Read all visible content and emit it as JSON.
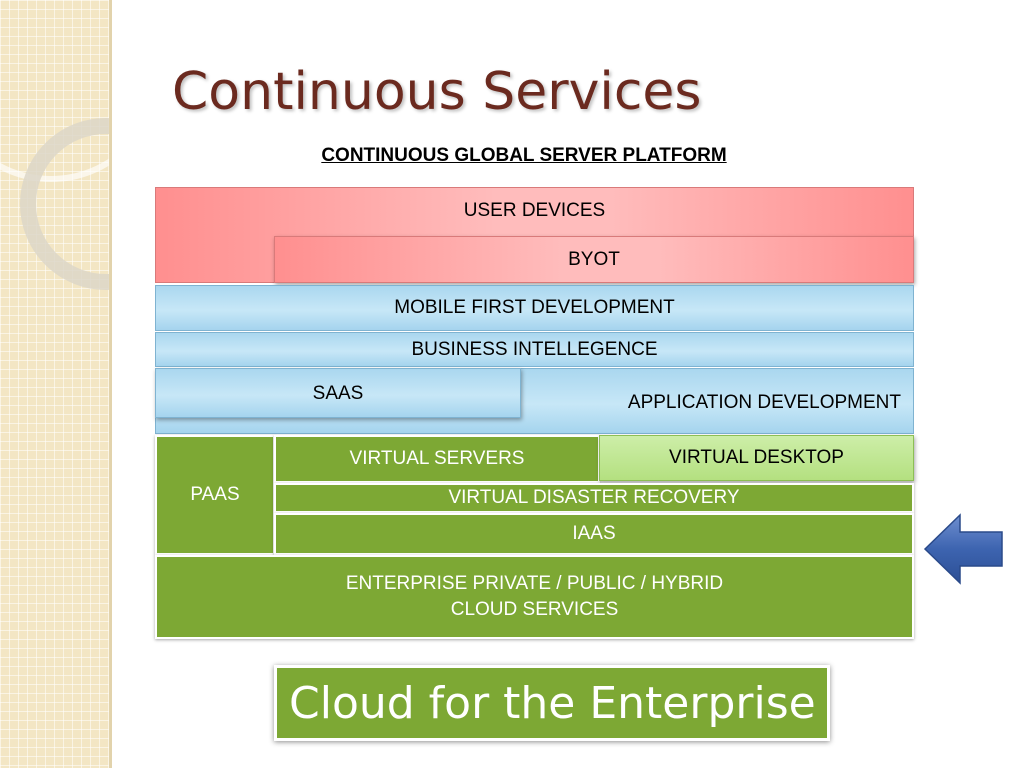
{
  "slide": {
    "title": "Continuous Services",
    "subtitle": "CONTINUOUS GLOBAL SERVER PLATFORM",
    "footer_box": "Cloud for the Enterprise"
  },
  "diagram": {
    "layers": {
      "user_devices": "USER DEVICES",
      "byot": "BYOT",
      "mobile_first": "MOBILE FIRST DEVELOPMENT",
      "business_intelligence": "BUSINESS INTELLEGENCE",
      "saas": "SAAS",
      "application_development": "APPLICATION DEVELOPMENT",
      "paas": "PAAS",
      "virtual_servers": "VIRTUAL SERVERS",
      "virtual_desktop": "VIRTUAL DESKTOP",
      "virtual_disaster_recovery": "VIRTUAL DISASTER RECOVERY",
      "iaas": "IAAS",
      "enterprise_cloud_line1": "ENTERPRISE PRIVATE / PUBLIC / HYBRID",
      "enterprise_cloud_line2": "CLOUD SERVICES"
    },
    "colors": {
      "red_layer": "#ffbcbc",
      "blue_layer": "#c7e7f7",
      "green_layer": "#7da834",
      "light_green_layer": "#c4e89a",
      "arrow": "#3d64b0",
      "title": "#6b2a1f"
    },
    "icons": {
      "pointer": "left-arrow-icon"
    }
  }
}
